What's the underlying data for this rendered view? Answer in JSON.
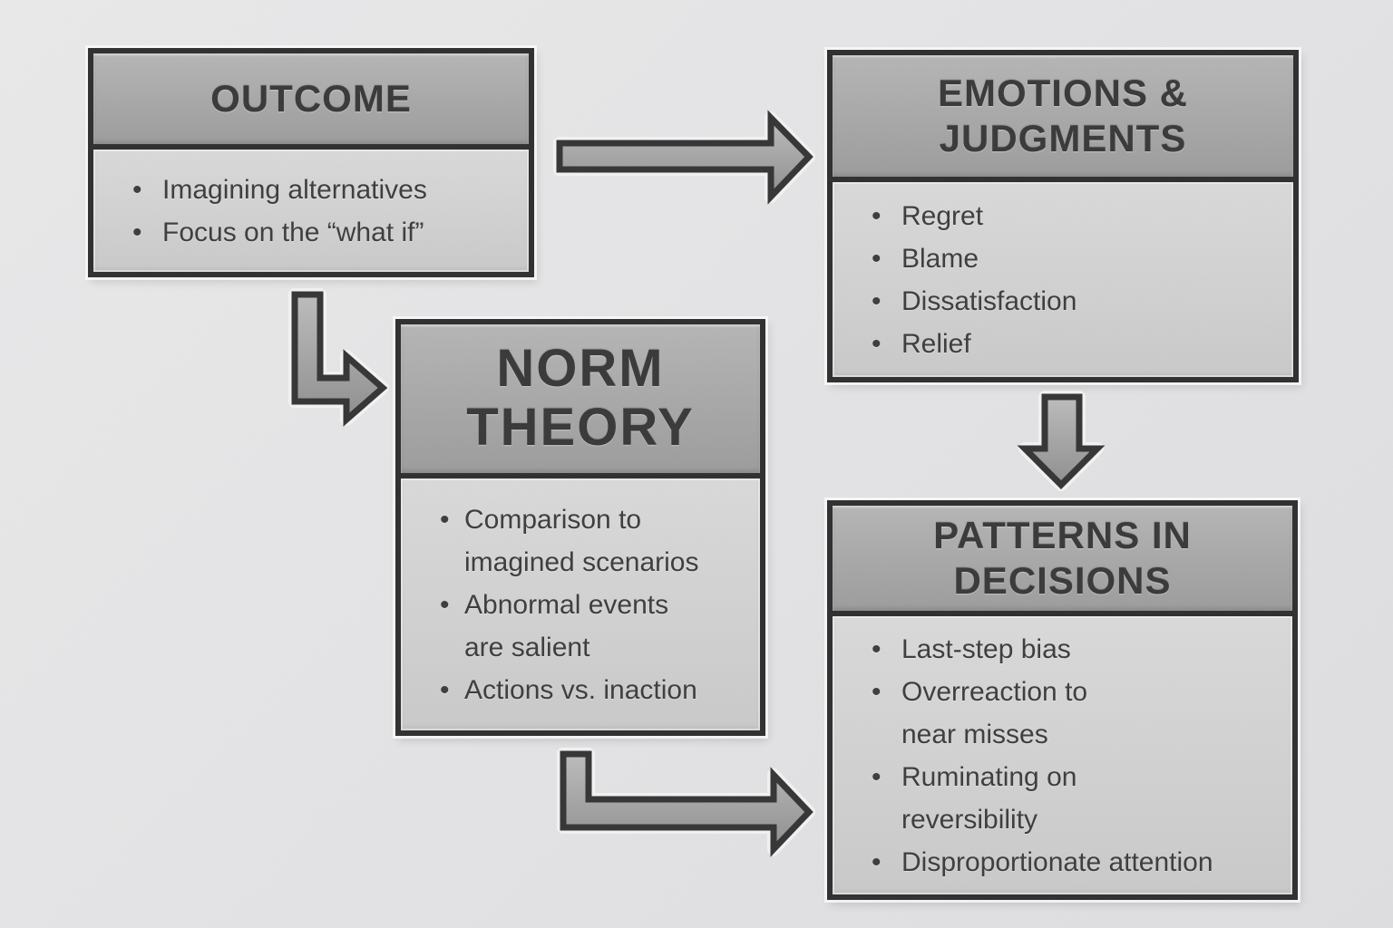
{
  "diagram": {
    "boxes": [
      {
        "id": "outcome",
        "title": "OUTCOME",
        "bullets": [
          "Imagining alternatives",
          "Focus on the “what if”"
        ]
      },
      {
        "id": "emotions-judgments",
        "title": "EMOTIONS &\nJUDGMENTS",
        "bullets": [
          "Regret",
          "Blame",
          "Dissatisfaction",
          "Relief"
        ]
      },
      {
        "id": "norm-theory",
        "title": "NORM\nTHEORY",
        "bullets": [
          "Comparison to\nimagined scenarios",
          "Abnormal events\nare salient",
          "Actions vs. inaction"
        ]
      },
      {
        "id": "patterns-in-decisions",
        "title": "PATTERNS IN\nDECISIONS",
        "bullets": [
          "Last-step bias",
          "Overreaction to\nnear misses",
          "Ruminating on\nreversibility",
          "Disproportionate attention"
        ]
      }
    ],
    "arrows": [
      {
        "from": "outcome",
        "to": "emotions-judgments",
        "shape": "straight-right"
      },
      {
        "from": "outcome",
        "to": "norm-theory",
        "shape": "elbow-down-right"
      },
      {
        "from": "emotions-judgments",
        "to": "patterns-in-decisions",
        "shape": "straight-down"
      },
      {
        "from": "norm-theory",
        "to": "patterns-in-decisions",
        "shape": "elbow-down-right"
      }
    ],
    "colors": {
      "background": "#e4e4e5",
      "header_fill": "#a9a9a9",
      "body_fill": "#d2d2d2",
      "border": "#2e2e2e",
      "text": "#3c3c3c",
      "arrow_fill": "#a3a3a3"
    }
  }
}
